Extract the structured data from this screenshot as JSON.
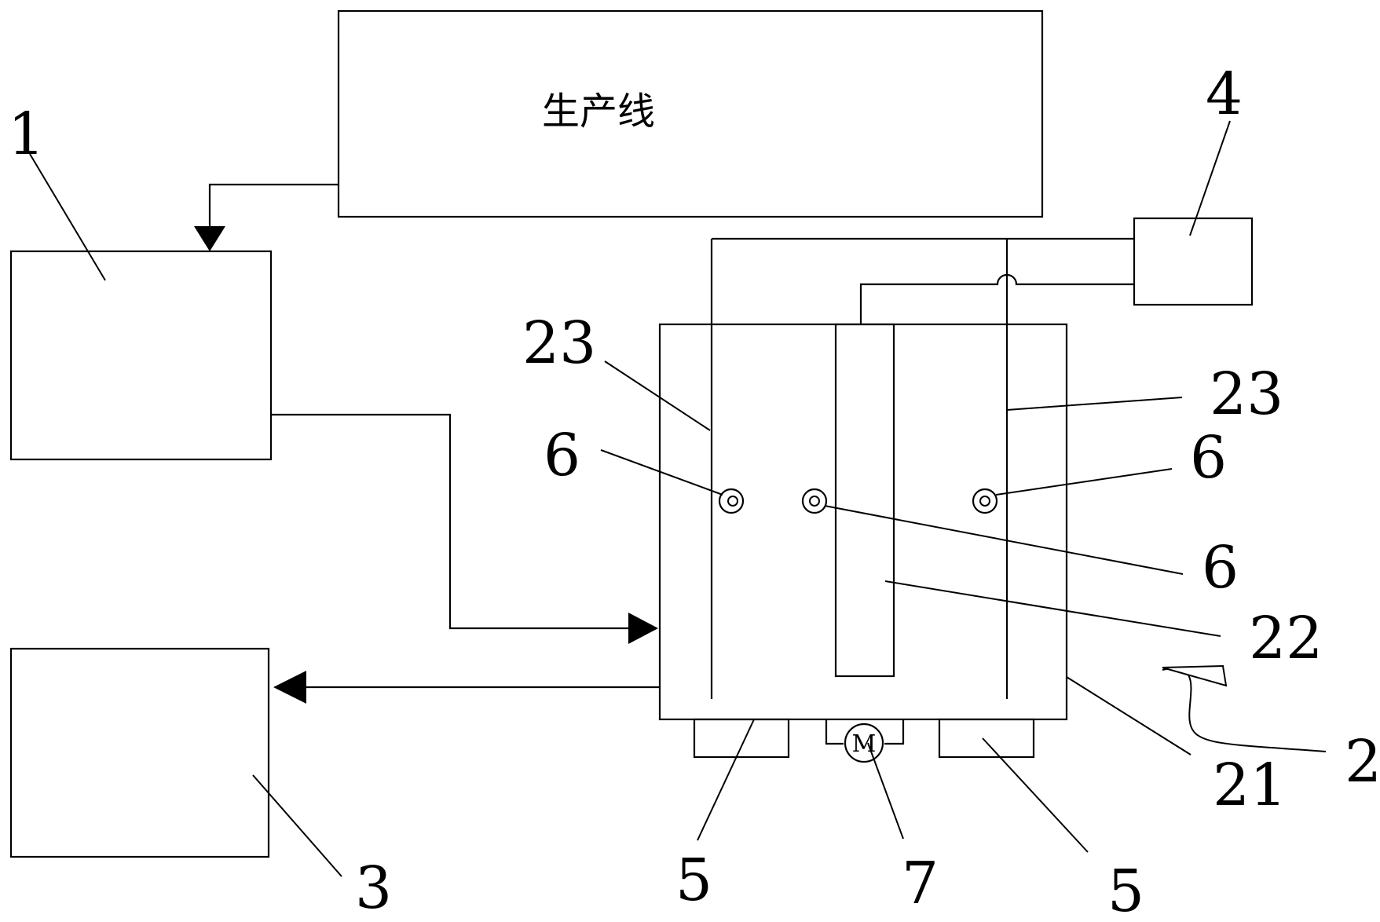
{
  "production_line": {
    "label": "生产线"
  },
  "motor": {
    "symbol": "M"
  },
  "callouts": {
    "n1": "1",
    "n2": "2",
    "n3": "3",
    "n4": "4",
    "n5_left": "5",
    "n5_right": "5",
    "n6_left": "6",
    "n6_right": "6",
    "n6_middle": "6",
    "n7": "7",
    "n21": "21",
    "n22": "22",
    "n23_left": "23",
    "n23_right": "23"
  }
}
